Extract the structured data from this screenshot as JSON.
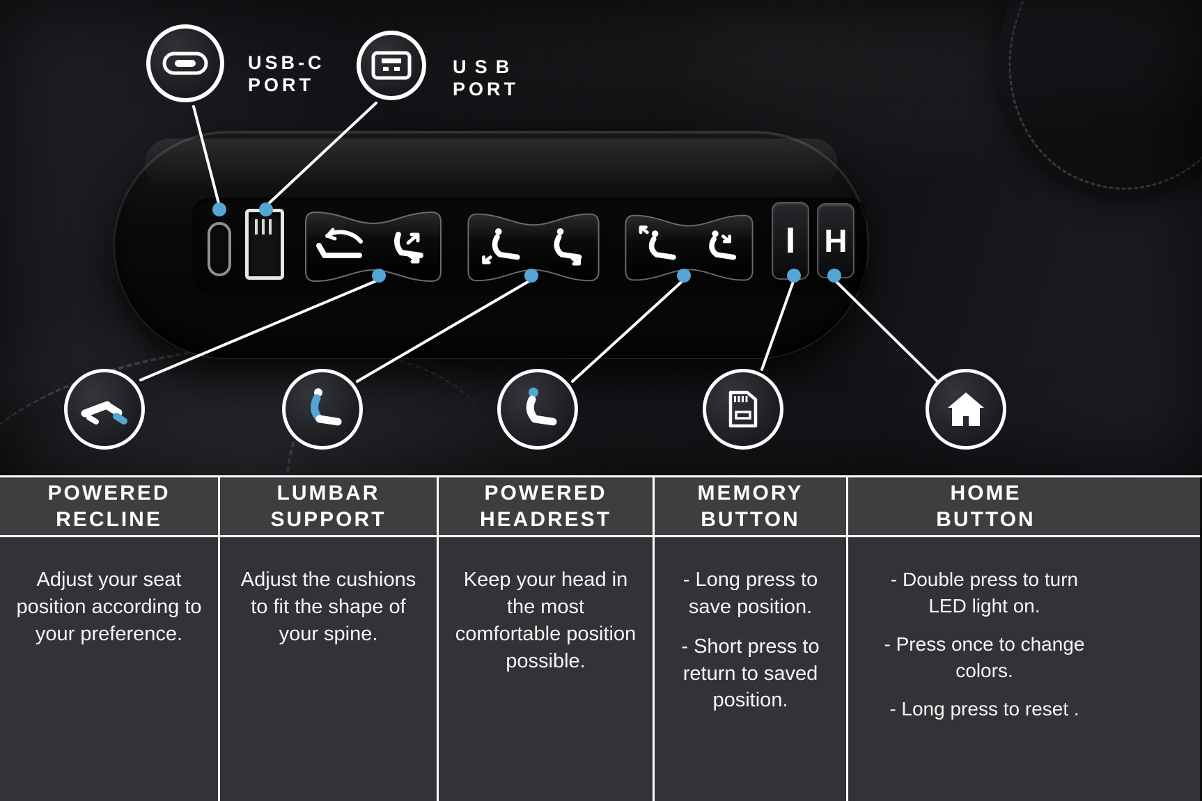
{
  "accent_color": "#54a6d4",
  "callouts": {
    "usb_c": {
      "icon": "usb-c-port-icon",
      "line1": "USB-C",
      "line2": "PORT"
    },
    "usb": {
      "icon": "usb-a-port-icon",
      "line1": "USB",
      "line2": "PORT"
    }
  },
  "panel": {
    "memory_key": "I",
    "home_key": "H",
    "buttons": [
      {
        "name": "powered-recline-buttons"
      },
      {
        "name": "lumbar-support-buttons"
      },
      {
        "name": "powered-headrest-buttons"
      },
      {
        "name": "memory-button"
      },
      {
        "name": "home-button"
      }
    ]
  },
  "columns": [
    {
      "id": "powered-recline",
      "icon": "seat-recline-icon",
      "title": [
        "POWERED",
        "RECLINE"
      ],
      "paragraphs": [
        "Adjust your seat position according to your preference."
      ]
    },
    {
      "id": "lumbar-support",
      "icon": "lumbar-seat-icon",
      "title": [
        "LUMBAR",
        "SUPPORT"
      ],
      "paragraphs": [
        "Adjust the cushions to fit the shape of your spine."
      ]
    },
    {
      "id": "powered-headrest",
      "icon": "headrest-seat-icon",
      "title": [
        "POWERED",
        "HEADREST"
      ],
      "paragraphs": [
        "Keep your head in the most comfortable position possible."
      ]
    },
    {
      "id": "memory-button",
      "icon": "sd-card-icon",
      "title": [
        "MEMORY",
        "BUTTON"
      ],
      "paragraphs": [
        "- Long press to save position.",
        "- Short press to return to saved position."
      ]
    },
    {
      "id": "home-button",
      "icon": "home-icon",
      "title": [
        "HOME",
        "BUTTON"
      ],
      "paragraphs": [
        "- Double press to turn LED light on.",
        "- Press once to change colors.",
        "- Long press to reset ."
      ]
    }
  ]
}
